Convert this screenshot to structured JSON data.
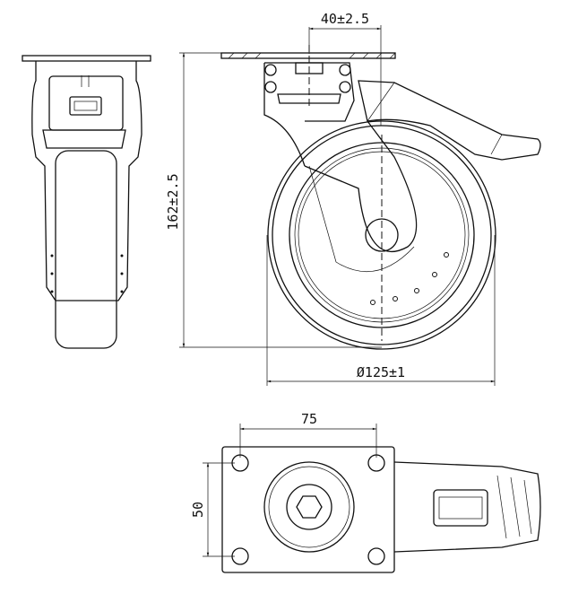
{
  "drawing": {
    "dimensions": {
      "stem_offset": "40±2.5",
      "total_height": "162±2.5",
      "wheel_diameter": "Ø125±1",
      "plate_hole_spacing_x": "75",
      "plate_hole_spacing_y": "50"
    },
    "line_color": "#111111"
  }
}
